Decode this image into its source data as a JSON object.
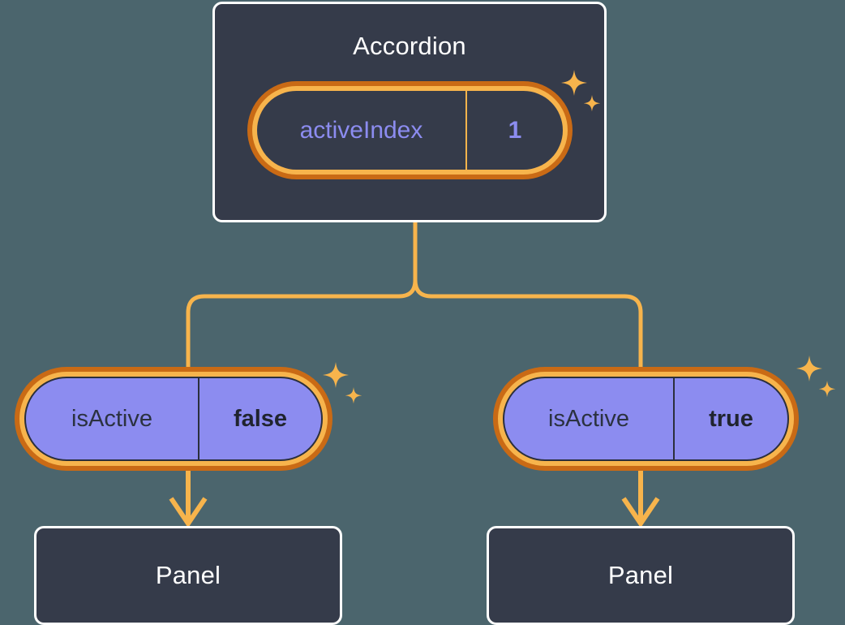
{
  "theme": {
    "background": "#4b656d",
    "box_fill": "#353b4a",
    "box_border": "#ffffff",
    "ring_outer": "#c96a15",
    "ring_inner": "#f7b44c",
    "pill_fill": "#8c8cf0",
    "accent_text": "#8c8cf0",
    "dark_text": "#2b3240",
    "wire": "#f7b44c",
    "sparkle": "#f7b44c"
  },
  "diagram": {
    "type": "component-tree",
    "root": {
      "name": "accordion-component",
      "title": "Accordion",
      "state": {
        "key": "activeIndex",
        "value": "1",
        "style": "dark-pill"
      },
      "sparkle_icon": "sparkles-icon"
    },
    "children": [
      {
        "name": "branch-left",
        "prop": {
          "key": "isActive",
          "value": "false",
          "style": "purple-pill"
        },
        "sparkle_icon": "sparkles-icon",
        "arrow_icon": "arrow-down-icon",
        "target": {
          "name": "panel-component-left",
          "title": "Panel"
        }
      },
      {
        "name": "branch-right",
        "prop": {
          "key": "isActive",
          "value": "true",
          "style": "purple-pill"
        },
        "sparkle_icon": "sparkles-icon",
        "arrow_icon": "arrow-down-icon",
        "target": {
          "name": "panel-component-right",
          "title": "Panel"
        }
      }
    ]
  }
}
